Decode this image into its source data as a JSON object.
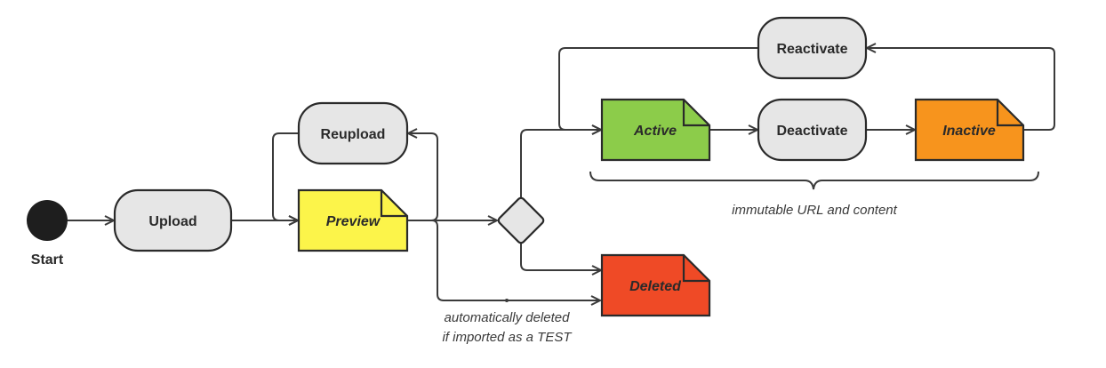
{
  "nodes": {
    "start": {
      "label": "Start"
    },
    "upload": {
      "label": "Upload"
    },
    "reupload": {
      "label": "Reupload"
    },
    "preview": {
      "label": "Preview",
      "color": "#fcf44a"
    },
    "active": {
      "label": "Active",
      "color": "#8ccc4a"
    },
    "deactivate": {
      "label": "Deactivate"
    },
    "inactive": {
      "label": "Inactive",
      "color": "#f7941d"
    },
    "reactivate": {
      "label": "Reactivate"
    },
    "deleted": {
      "label": "Deleted",
      "color": "#ef4a26"
    }
  },
  "annotations": {
    "immutable": "immutable URL and content",
    "auto_deleted_line1": "automatically deleted",
    "auto_deleted_line2": "if imported as a TEST"
  },
  "colors": {
    "action_fill": "#e6e6e6",
    "start_fill": "#1e1e1e",
    "stroke": "#2a2a2a"
  }
}
